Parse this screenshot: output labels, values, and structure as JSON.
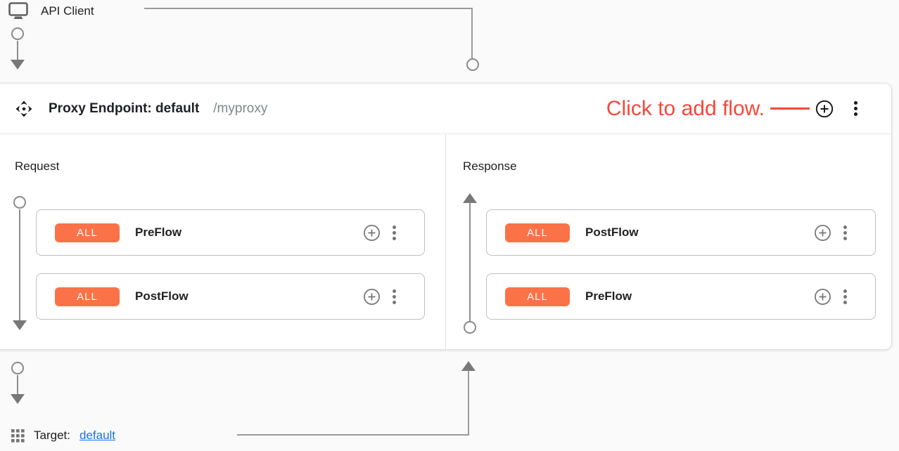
{
  "api_client": {
    "label": "API Client"
  },
  "proxy_endpoint": {
    "title": "Proxy Endpoint: default",
    "path": "/myproxy",
    "annotation": "Click to add flow.",
    "request": {
      "label": "Request",
      "flows": [
        {
          "badge": "ALL",
          "name": "PreFlow"
        },
        {
          "badge": "ALL",
          "name": "PostFlow"
        }
      ]
    },
    "response": {
      "label": "Response",
      "flows": [
        {
          "badge": "ALL",
          "name": "PostFlow"
        },
        {
          "badge": "ALL",
          "name": "PreFlow"
        }
      ]
    }
  },
  "target": {
    "label": "Target:",
    "link": "default"
  },
  "colors": {
    "orange": "#fb7248",
    "red": "#f4483a",
    "blue": "#1a73e8"
  }
}
